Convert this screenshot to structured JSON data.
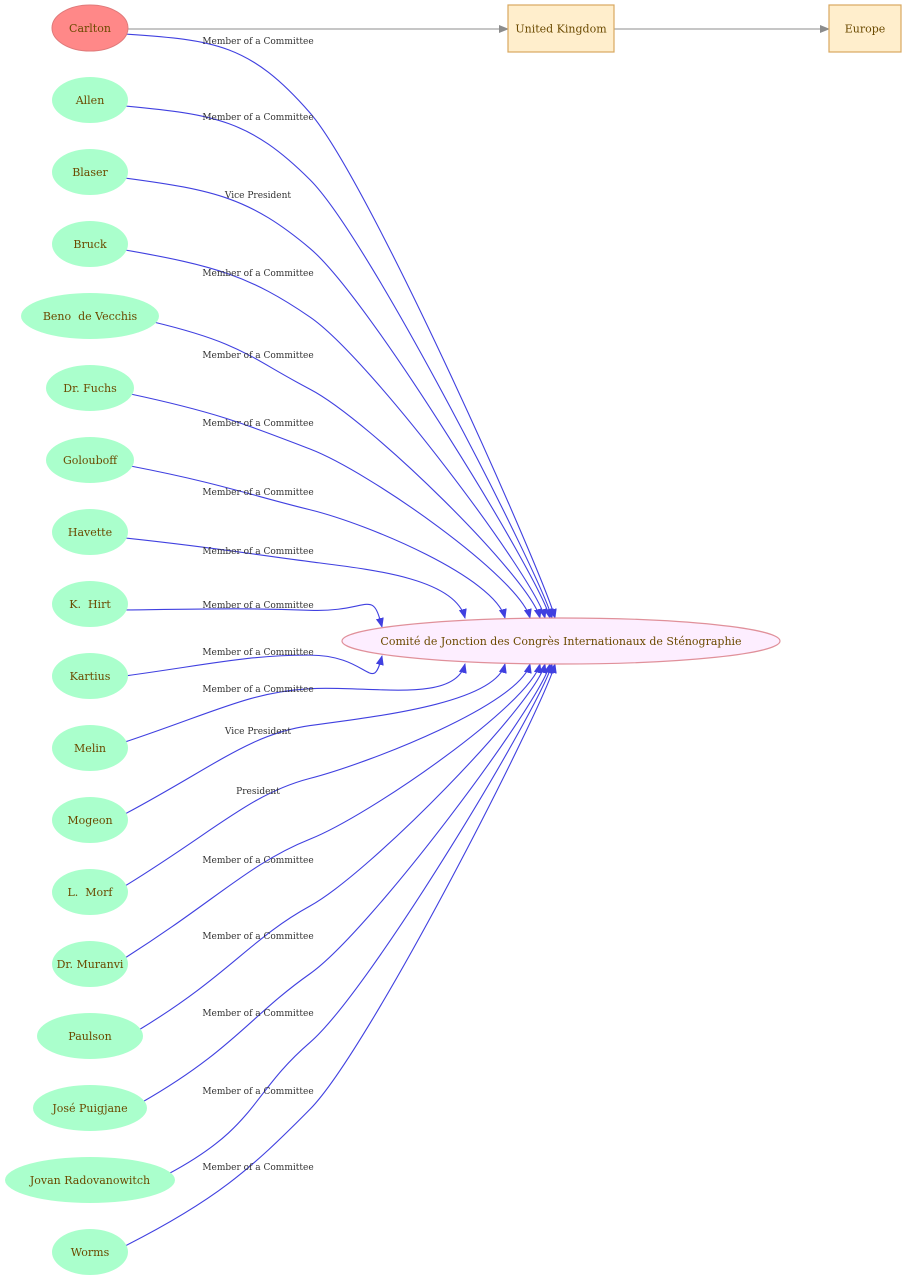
{
  "colors": {
    "person_fill": "#aaffcc",
    "highlight_fill": "#ff8888",
    "highlight_stroke": "#e07a7a",
    "org_fill": "#fdeeff",
    "org_stroke": "#e0909a",
    "place_fill": "#ffeecc",
    "place_stroke": "#d8a860",
    "edge_color": "#4040e0",
    "place_edge_color": "#8c8c8c",
    "node_text": "#6b4a00"
  },
  "organization": {
    "label": "Comité de Jonction des Congrès Internationaux de Sténographie"
  },
  "places": [
    {
      "id": "uk",
      "label": "United Kingdom"
    },
    {
      "id": "europe",
      "label": "Europe"
    }
  ],
  "people": [
    {
      "name": "Carlton",
      "role": "Member of a Committee",
      "highlight": true
    },
    {
      "name": "Allen",
      "role": "Member of a Committee"
    },
    {
      "name": "Blaser",
      "role": "Vice President"
    },
    {
      "name": "Bruck",
      "role": "Member of a Committee"
    },
    {
      "name": "Beno  de Vecchis",
      "role": "Member of a Committee"
    },
    {
      "name": "Dr. Fuchs",
      "role": "Member of a Committee"
    },
    {
      "name": "Golouboff",
      "role": "Member of a Committee"
    },
    {
      "name": "Havette",
      "role": "Member of a Committee"
    },
    {
      "name": "K.  Hirt",
      "role": "Member of a Committee"
    },
    {
      "name": "Kartius",
      "role": "Member of a Committee"
    },
    {
      "name": "Melin",
      "role": "Member of a Committee"
    },
    {
      "name": "Mogeon",
      "role": "Vice President"
    },
    {
      "name": "L.  Morf",
      "role": "President"
    },
    {
      "name": "Dr. Muranvi",
      "role": "Member of a Committee"
    },
    {
      "name": "Paulson",
      "role": "Member of a Committee"
    },
    {
      "name": "José Puigjane",
      "role": "Member of a Committee"
    },
    {
      "name": "Jovan Radovanowitch",
      "role": "Member of a Committee"
    },
    {
      "name": "Worms",
      "role": "Member of a Committee"
    }
  ]
}
